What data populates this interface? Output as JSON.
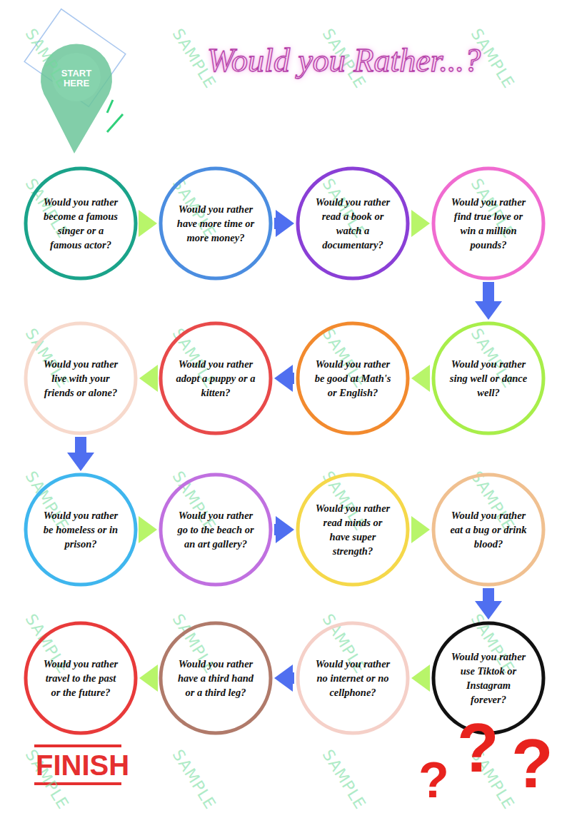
{
  "diagram": {
    "title": "Would you Rather...?",
    "nodes": [
      {
        "text": [
          "Would you rather become a famous singer or a famous actor?"
        ]
      },
      {
        "text": [
          "Would you rather have more time or more money?"
        ]
      },
      {
        "text": [
          "Would you rather read a book or watch a documentary?"
        ]
      },
      {
        "text": [
          "Would you rather find true love or win a million pounds?"
        ]
      },
      {
        "text": [
          "Would you rather sing well or dance well?"
        ]
      },
      {
        "text": [
          "Would you rather be good at Math's or English?"
        ]
      },
      {
        "text": [
          "Would you rather adopt a puppy or a kitten?"
        ]
      },
      {
        "text": [
          "Would you rather live with your friends or alone?"
        ]
      },
      {
        "text": [
          "Would you rather be homeless or in prison?"
        ]
      },
      {
        "text": [
          "Would you rather go to the beach or an art gallery?"
        ]
      },
      {
        "text": [
          "Would you rather read minds or have super strength?"
        ]
      },
      {
        "text": [
          "Would you rather eat a bug or drink blood?"
        ]
      },
      {
        "text": [
          "Would you rather use Tiktok or Instagram forever?"
        ]
      },
      {
        "text": [
          "Would you rather no internet or no cellphone?"
        ]
      },
      {
        "text": [
          "Would you rather have a third hand or a third leg?"
        ]
      },
      {
        "text": [
          "Would you rather travel to the past or the future?"
        ]
      }
    ],
    "edges": [
      {
        "from": 0,
        "to": 1,
        "arrow": "to"
      },
      {
        "from": 1,
        "to": 2,
        "arrow": "to"
      },
      {
        "from": 2,
        "to": 3,
        "arrow": "to"
      },
      {
        "from": 3,
        "to": 4,
        "arrow": "to"
      },
      {
        "from": 4,
        "to": 5,
        "arrow": "to"
      },
      {
        "from": 5,
        "to": 6,
        "arrow": "to"
      },
      {
        "from": 6,
        "to": 7,
        "arrow": "to"
      },
      {
        "from": 7,
        "to": 8,
        "arrow": "to"
      },
      {
        "from": 8,
        "to": 9,
        "arrow": "to"
      },
      {
        "from": 9,
        "to": 10,
        "arrow": "to"
      },
      {
        "from": 10,
        "to": 11,
        "arrow": "to"
      },
      {
        "from": 11,
        "to": 12,
        "arrow": "to"
      },
      {
        "from": 12,
        "to": 13,
        "arrow": "to"
      },
      {
        "from": 13,
        "to": 14,
        "arrow": "to"
      },
      {
        "from": 14,
        "to": 15,
        "arrow": "to"
      }
    ],
    "labels": [
      "START HERE",
      "SAMPLE",
      "SAMPLE",
      "SAMPLE",
      "SAMPLE",
      "SAMPLE",
      "SAMPLE",
      "SAMPLE",
      "SAMPLE",
      "SAMPLE",
      "SAMPLE",
      "SAMPLE",
      "SAMPLE",
      "SAMPLE",
      "SAMPLE",
      "SAMPLE",
      "SAMPLE",
      "SAMPLE",
      "SAMPLE",
      "SAMPLE",
      "SAMPLE",
      "SAMPLE",
      "SAMPLE",
      "SAMPLE",
      "SAMPLE",
      "FINISH",
      "?",
      "?",
      "?"
    ]
  }
}
